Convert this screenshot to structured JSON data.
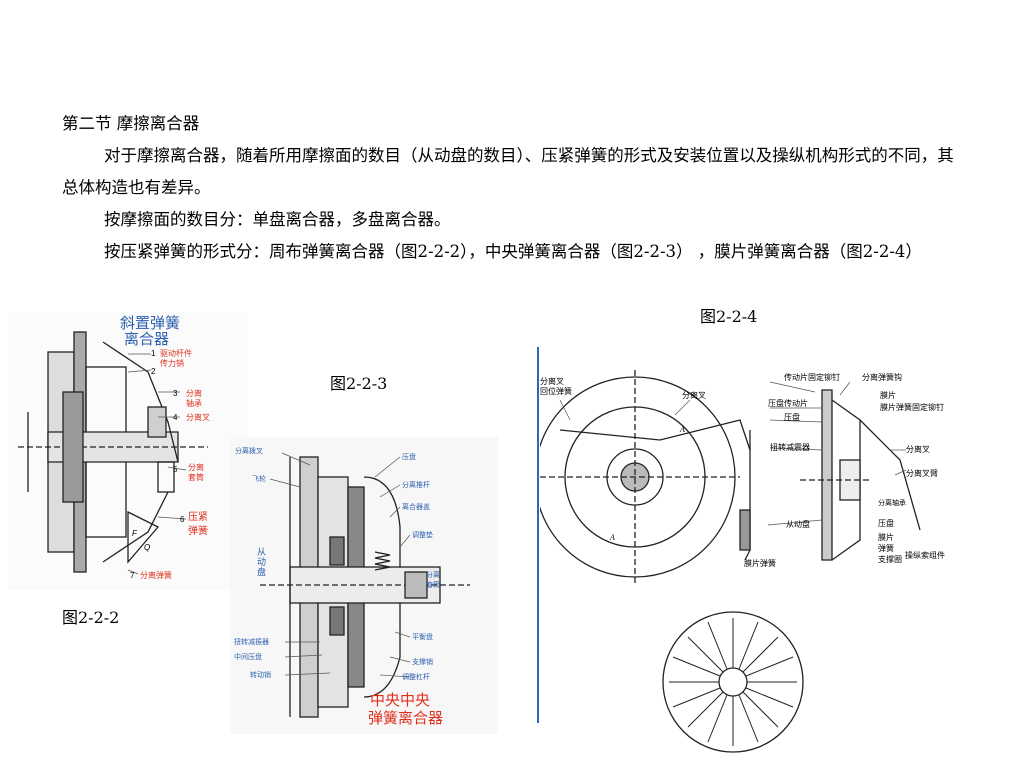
{
  "section_title": "第二节 摩擦离合器",
  "paragraphs": [
    "对于摩擦离合器，随着所用摩擦面的数目（从动盘的数目）、压紧弹簧的形式及安装位置以及操纵机构形式的不同，其总体构造也有差异。",
    "按摩擦面的数目分：单盘离合器，多盘离合器。",
    "按压紧弹簧的形式分：周布弹簧离合器（图2-2-2），中央弹簧离合器（图2-2-3） ，膜片弹簧离合器（图2-2-4）"
  ],
  "captions": {
    "fig_2_2_2": "图2-2-2",
    "fig_2_2_3": "图2-2-3",
    "fig_2_2_4": "图2-2-4"
  },
  "fig_2_2_2": {
    "title_lines": [
      "斜置弹簧",
      "离合器"
    ],
    "labels": [
      "驱动杆件",
      "传力销",
      "分离",
      "轴承",
      "分离叉",
      "分离",
      "套筒",
      "压紧",
      "弹簧",
      "分离弹簧"
    ],
    "numbers": [
      "1",
      "2",
      "3",
      "4",
      "5",
      "6",
      "7"
    ],
    "force_labels": [
      "F",
      "Q"
    ]
  },
  "fig_2_2_3": {
    "title_lines": [
      "中央中央",
      "弹簧离合器"
    ],
    "left_labels": [
      "分离拨叉",
      "飞轮",
      "从",
      "动",
      "盘",
      "扭转减振器",
      "中间压盘",
      "转动销"
    ],
    "right_labels": [
      "压盘",
      "分离推杆",
      "离合器盖",
      "调整垫",
      "分离",
      "套筒",
      "平衡盘",
      "支撑销",
      "调整杠杆"
    ]
  },
  "fig_2_2_4": {
    "labels_left": [
      "分离叉",
      "回位弹簧",
      "分离叉"
    ],
    "labels_top": [
      "传动片固定铆钉",
      "分离弹簧钩",
      "膜片",
      "膜片弹簧固定铆钉",
      "压盘传动片",
      "压盘"
    ],
    "labels_right": [
      "扭转减震器",
      "分离叉",
      "分离叉臂",
      "从动盘",
      "分离轴承",
      "压盘",
      "膜片",
      "弹簧",
      "支撑圈",
      "操纵索组件"
    ],
    "label_bottom": "膜片弹簧",
    "marks": [
      "A",
      "A"
    ]
  }
}
